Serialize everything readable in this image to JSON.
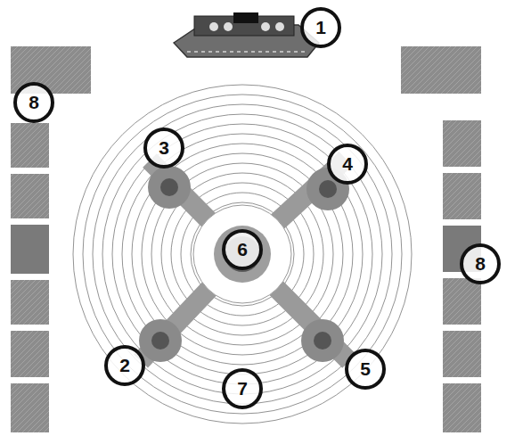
{
  "diagram": {
    "labels": [
      "1",
      "8",
      "3",
      "4",
      "8",
      "6",
      "2",
      "7",
      "5"
    ]
  }
}
